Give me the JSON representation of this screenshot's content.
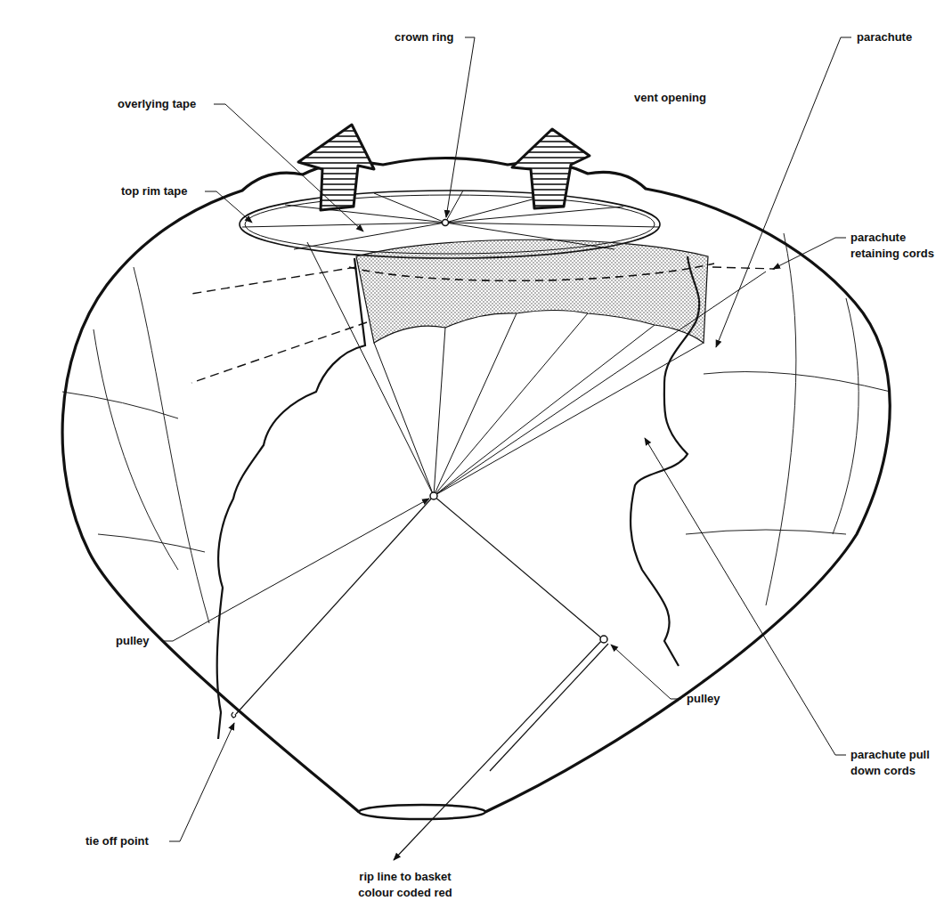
{
  "diagram": {
    "labels": [
      "crown ring",
      "parachute",
      "overlying tape",
      "vent opening",
      "top rim tape",
      "parachute retaining cords",
      "parachute pull down cords",
      "pulley",
      "pulley",
      "tie off point",
      "rip line to basket colour coded red"
    ]
  }
}
